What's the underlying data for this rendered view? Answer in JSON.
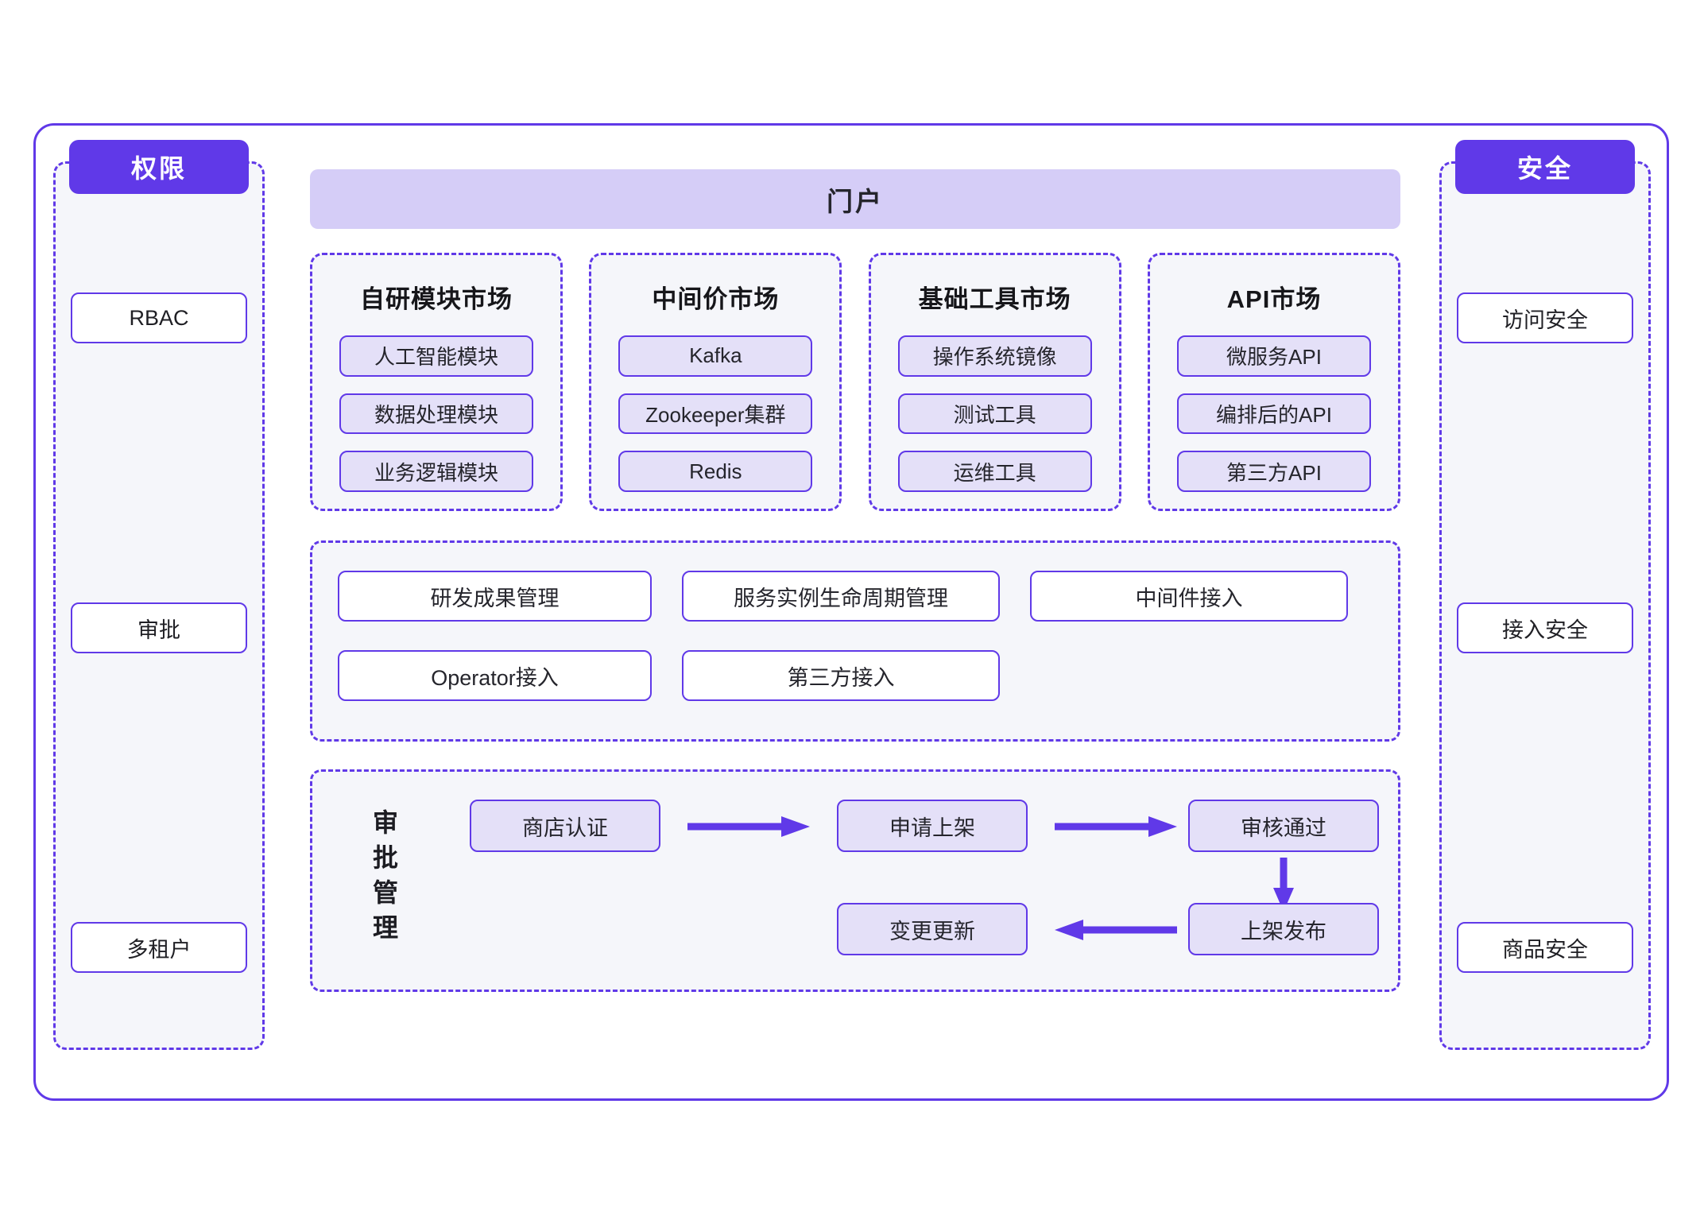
{
  "diagram": {
    "title_portal": "门户",
    "left_panel": {
      "header": "权限",
      "items": [
        {
          "label": "RBAC"
        },
        {
          "label": "审批"
        },
        {
          "label": "多租户"
        }
      ]
    },
    "right_panel": {
      "header": "安全",
      "items": [
        {
          "label": "访问安全"
        },
        {
          "label": "接入安全"
        },
        {
          "label": "商品安全"
        }
      ]
    },
    "markets": [
      {
        "title": "自研模块市场",
        "items": [
          "人工智能模块",
          "数据处理模块",
          "业务逻辑模块"
        ]
      },
      {
        "title": "中间价市场",
        "items": [
          "Kafka",
          "Zookeeper集群",
          "Redis"
        ]
      },
      {
        "title": "基础工具市场",
        "items": [
          "操作系统镜像",
          "测试工具",
          "运维工具"
        ]
      },
      {
        "title": "API市场",
        "items": [
          "微服务API",
          "编排后的API",
          "第三方API"
        ]
      }
    ],
    "capabilities": {
      "row1": [
        "研发成果管理",
        "服务实例生命周期管理",
        "中间件接入"
      ],
      "row2": [
        "Operator接入",
        "第三方接入"
      ]
    },
    "approval": {
      "label": "审批管理",
      "label_chars": [
        "审",
        "批",
        "管",
        "理"
      ],
      "steps": [
        {
          "id": "step1",
          "label": "商店认证"
        },
        {
          "id": "step2",
          "label": "申请上架"
        },
        {
          "id": "step3",
          "label": "审核通过"
        },
        {
          "id": "step4",
          "label": "上架发布"
        },
        {
          "id": "step5",
          "label": "变更更新"
        }
      ],
      "arrows": [
        {
          "from": "step1",
          "to": "step2",
          "direction": "right"
        },
        {
          "from": "step2",
          "to": "step3",
          "direction": "right"
        },
        {
          "from": "step3",
          "to": "step4",
          "direction": "down"
        },
        {
          "from": "step4",
          "to": "step5",
          "direction": "left"
        }
      ]
    },
    "colors": {
      "accent": "#6039E8",
      "banner": "#D5CDF7",
      "chip_fill": "#E4E0F8",
      "panel_fill": "#F5F6FA",
      "white": "#FFFFFF",
      "text": "#25252C"
    }
  }
}
